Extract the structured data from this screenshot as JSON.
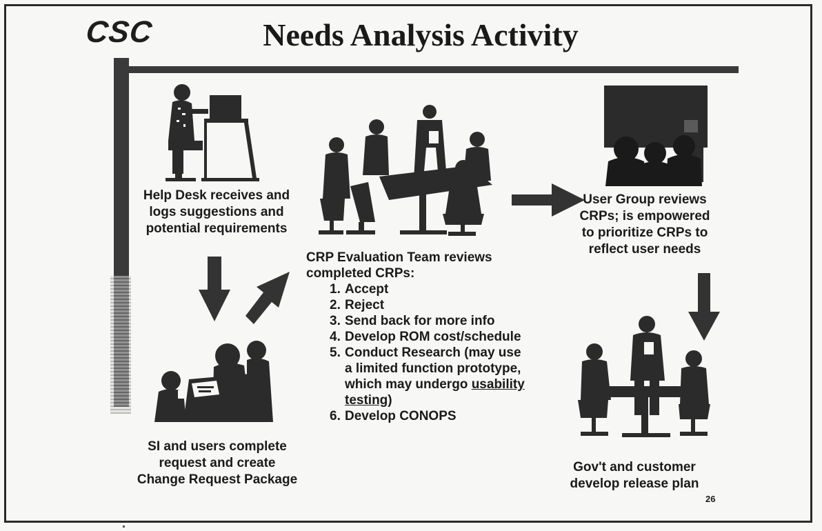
{
  "slide": {
    "logo": "CSC",
    "title": "Needs Analysis Activity",
    "page_number": "26"
  },
  "nodes": {
    "help_desk": {
      "lines": [
        "Help Desk receives and",
        "logs suggestions and",
        "potential requirements"
      ]
    },
    "si_users": {
      "lines": [
        "SI and users complete",
        "request and create",
        "Change Request Package"
      ]
    },
    "crp_team": {
      "heading": [
        "CRP Evaluation Team reviews",
        "completed CRPs:"
      ],
      "items": [
        {
          "num": "1.",
          "text": "Accept"
        },
        {
          "num": "2.",
          "text": "Reject"
        },
        {
          "num": "3.",
          "text": "Send back for more info"
        },
        {
          "num": "4.",
          "text": "Develop ROM cost/schedule"
        },
        {
          "num": "5.",
          "line1": "Conduct Research (may use",
          "line2": "a limited function prototype,",
          "line3_pre": "which may undergo ",
          "line3_ul": "usability",
          "line4_ul": "testing",
          "line4_post": ")"
        },
        {
          "num": "6.",
          "text": "Develop CONOPS"
        }
      ]
    },
    "user_group": {
      "lines": [
        "User Group reviews",
        "CRPs; is empowered",
        "to prioritize CRPs to",
        "reflect user needs"
      ]
    },
    "gov_customer": {
      "lines": [
        "Gov't and customer",
        "develop release plan"
      ]
    }
  },
  "icons": {
    "help_desk": "person-at-computer-icon",
    "team_meeting": "team-meeting-icon",
    "user_group": "presentation-audience-icon",
    "si_users": "people-at-desk-icon",
    "gov_meeting": "small-meeting-icon",
    "arrow": "block-arrow-icon"
  },
  "colors": {
    "ink": "#1a1a1a",
    "silhouette": "#2b2b2b",
    "background": "#f7f7f5"
  }
}
